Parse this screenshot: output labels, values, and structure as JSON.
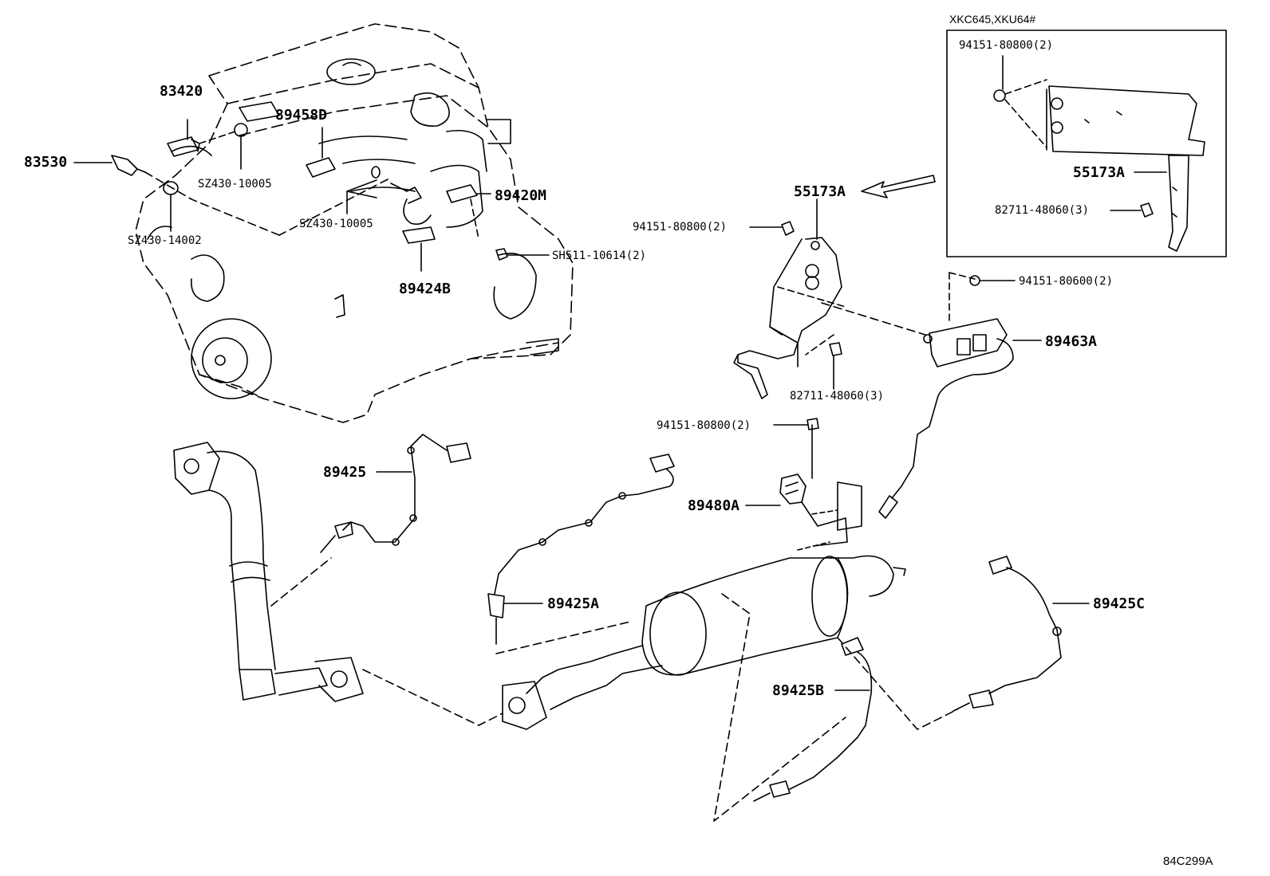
{
  "inset": {
    "note": "XKC645,XKU64#",
    "labels": {
      "nut": "94151-80800(2)",
      "bracket": "55173A",
      "bolt": "82711-48060(3)"
    }
  },
  "labels": {
    "p83420": "83420",
    "p83530": "83530",
    "p89458d": "89458D",
    "sz430_10005_a": "SZ430-10005",
    "sz430_10005_b": "SZ430-10005",
    "sz430_14002": "SZ430-14002",
    "p89420m": "89420M",
    "sh511": "SH511-10614(2)",
    "p89424b": "89424B",
    "p55173a": "55173A",
    "nut_80800_a": "94151-80800(2)",
    "nut_80600": "94151-80600(2)",
    "p89463a": "89463A",
    "bolt_48060": "82711-48060(3)",
    "nut_80800_b": "94151-80800(2)",
    "p89480a": "89480A",
    "p89425": "89425",
    "p89425a": "89425A",
    "p89425b": "89425B",
    "p89425c": "89425C"
  },
  "ref_code": "84C299A"
}
